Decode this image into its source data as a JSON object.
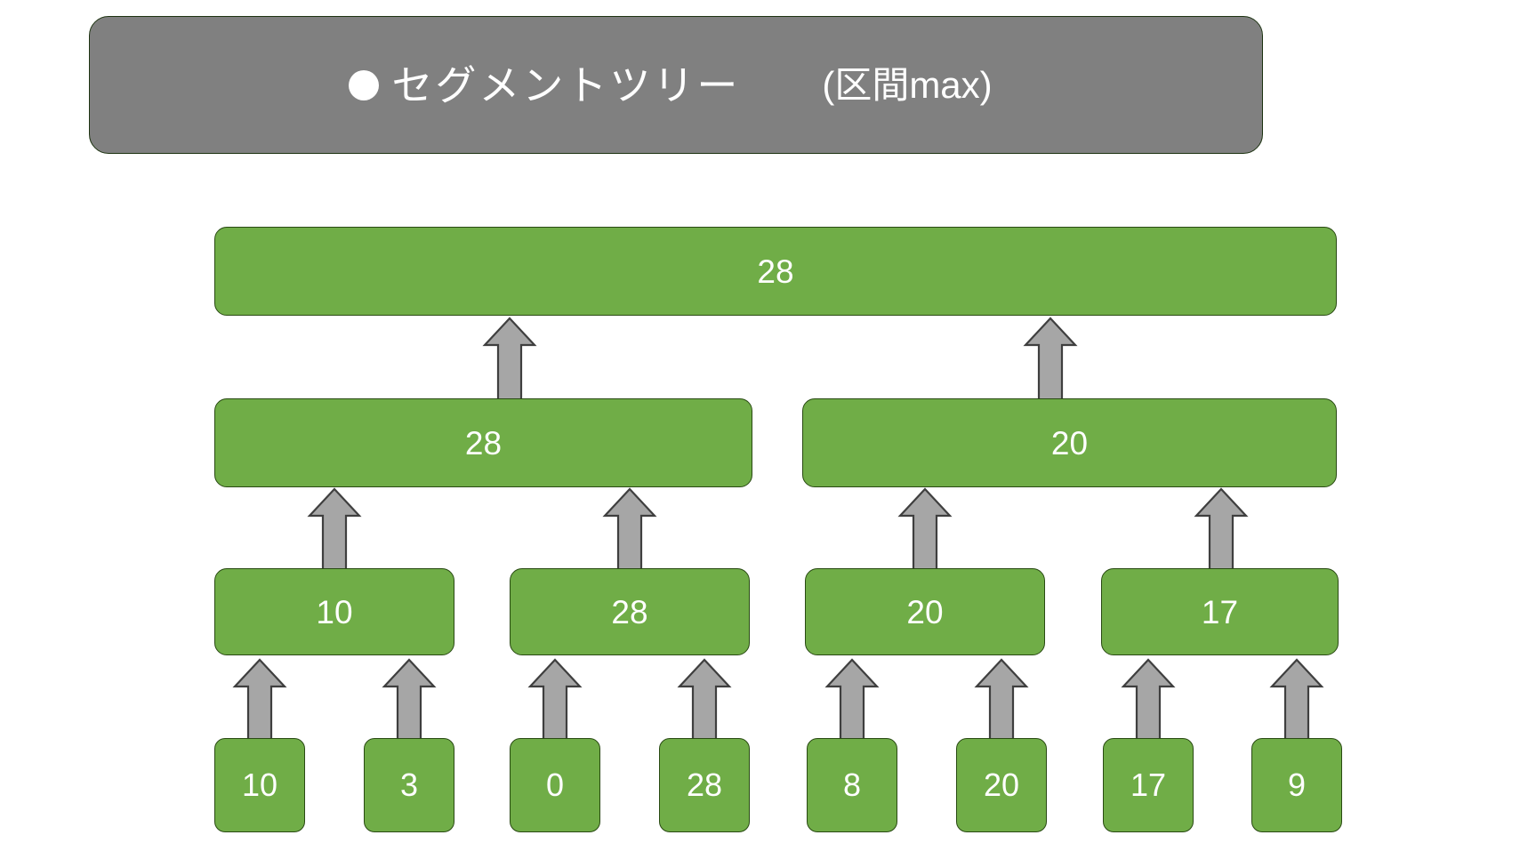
{
  "title": {
    "bullet": "filled-circle",
    "heading": "セグメントツリー",
    "subheading": "(区間max)"
  },
  "colors": {
    "banner_bg": "#808080",
    "node_fill": "#70ad47",
    "node_border": "#294a13",
    "arrow_fill": "#a6a6a6",
    "arrow_border": "#3f3f3f",
    "text": "#ffffff",
    "page_bg": "#ffffff"
  },
  "tree": {
    "levels": [
      {
        "name": "root",
        "nodes": [
          {
            "label": "28"
          }
        ]
      },
      {
        "name": "level-1",
        "nodes": [
          {
            "label": "28"
          },
          {
            "label": "20"
          }
        ]
      },
      {
        "name": "level-2",
        "nodes": [
          {
            "label": "10"
          },
          {
            "label": "28"
          },
          {
            "label": "20"
          },
          {
            "label": "17"
          }
        ]
      },
      {
        "name": "leaves",
        "nodes": [
          {
            "label": "10"
          },
          {
            "label": "3"
          },
          {
            "label": "0"
          },
          {
            "label": "28"
          },
          {
            "label": "8"
          },
          {
            "label": "20"
          },
          {
            "label": "17"
          },
          {
            "label": "9"
          }
        ]
      }
    ]
  }
}
